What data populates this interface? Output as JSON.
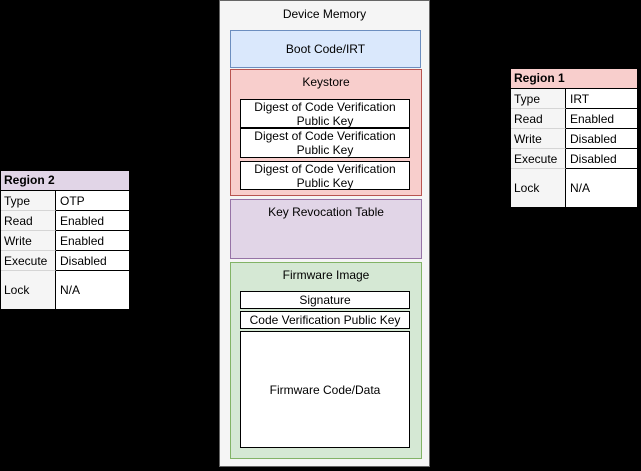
{
  "colors": {
    "page-bg": "#000000",
    "container-fill": "#f5f5f5",
    "container-border": "#666666",
    "blue-fill": "#dae8fc",
    "blue-border": "#6c8ebf",
    "red-fill": "#f8cecc",
    "red-border": "#b85450",
    "purple-fill": "#e1d5e7",
    "purple-border": "#9673a6",
    "green-fill": "#d5e8d4",
    "green-border": "#82b366",
    "label-cell-fill": "#f5f5f5"
  },
  "device_memory": {
    "title": "Device Memory",
    "boot_code_label": "Boot Code/IRT",
    "keystore": {
      "label": "Keystore",
      "digests": [
        "Digest of Code Verification Public Key",
        "Digest of Code Verification Public Key",
        "Digest of Code Verification Public Key"
      ]
    },
    "key_revocation_label": "Key Revocation Table",
    "firmware_image": {
      "label": "Firmware Image",
      "signature_label": "Signature",
      "public_key_label": "Code Verification Public Key",
      "code_label": "Firmware Code/Data"
    }
  },
  "region1": {
    "title": "Region 1",
    "rows": [
      {
        "label": "Type",
        "value": "IRT"
      },
      {
        "label": "Read",
        "value": "Enabled"
      },
      {
        "label": "Write",
        "value": "Disabled"
      },
      {
        "label": "Execute",
        "value": "Disabled"
      },
      {
        "label": "Lock",
        "value": "N/A"
      }
    ]
  },
  "region2": {
    "title": "Region 2",
    "rows": [
      {
        "label": "Type",
        "value": "OTP"
      },
      {
        "label": "Read",
        "value": "Enabled"
      },
      {
        "label": "Write",
        "value": "Enabled"
      },
      {
        "label": "Execute",
        "value": "Disabled"
      },
      {
        "label": "Lock",
        "value": "N/A"
      }
    ]
  }
}
